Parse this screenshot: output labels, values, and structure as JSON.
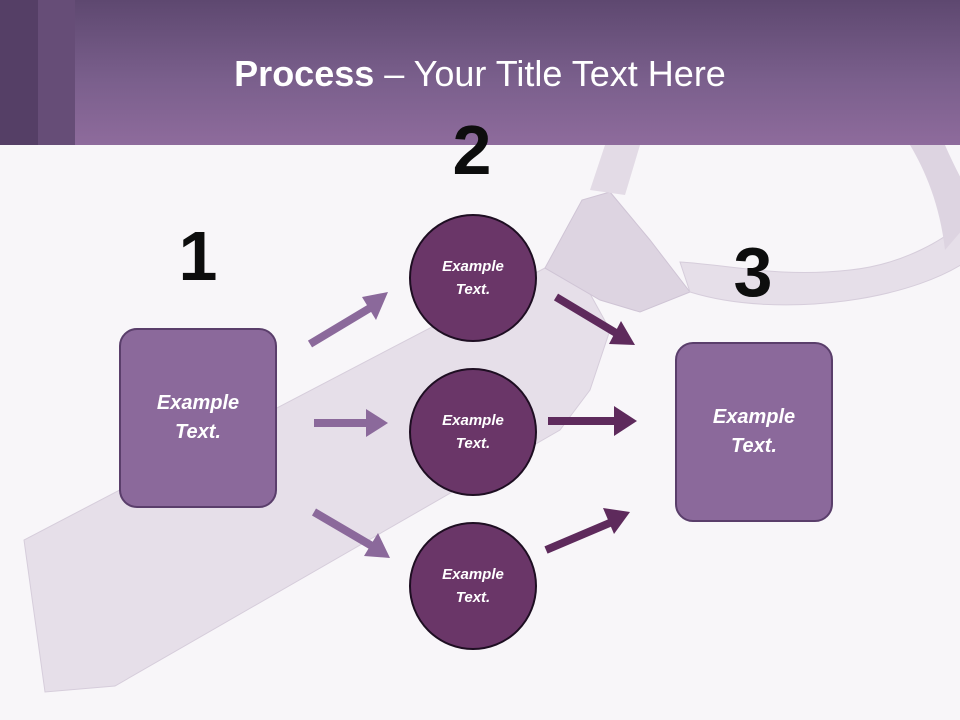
{
  "title": {
    "bold": "Process",
    "rest": " – Your Title Text Here"
  },
  "steps": {
    "one": "1",
    "two": "2",
    "three": "3"
  },
  "left_box": {
    "text": "Example\nText."
  },
  "circles": [
    {
      "text": "Example\nText."
    },
    {
      "text": "Example\nText."
    },
    {
      "text": "Example\nText."
    }
  ],
  "right_box": {
    "text": "Example\nText."
  },
  "colors": {
    "header": "#7a5f8c",
    "box_fill": "#8b699b",
    "circle_fill": "#6a3668",
    "arrow_light": "#8b699b",
    "arrow_dark": "#5e2a5c"
  }
}
